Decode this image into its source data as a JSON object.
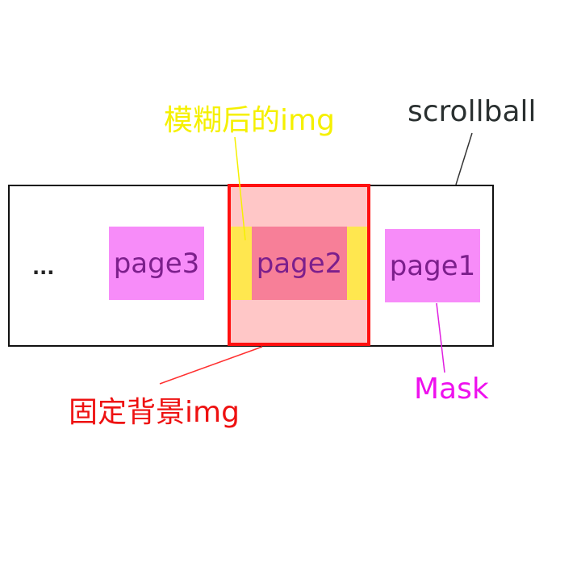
{
  "labels": {
    "blurred_img": "模糊后的img",
    "scrollball": "scrollball",
    "fixed_bg_img": "固定背景img",
    "mask": "Mask"
  },
  "pages": [
    "page3",
    "page2",
    "page1"
  ],
  "ellipsis": "...",
  "colors": {
    "blurred": "#ffe74f",
    "fixed_bg": "#ffc7c7",
    "fixed_border": "#ff1010",
    "mask": "#f78cf9",
    "page_text": "#7c1f8c",
    "page2_bg": "#f77f98"
  }
}
